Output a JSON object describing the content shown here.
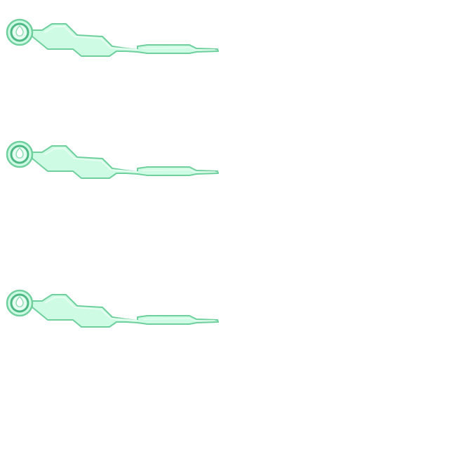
{
  "sprites": [
    {
      "id": "hand-1",
      "icon": "clock-hand-icon"
    },
    {
      "id": "hand-2",
      "icon": "clock-hand-icon"
    },
    {
      "id": "hand-3",
      "icon": "clock-hand-icon"
    }
  ],
  "colors": {
    "fill": "#cdfbe3",
    "fill_light": "#e6fdf1",
    "stroke": "#6fcf9d",
    "stroke_dark": "#4fb985",
    "hub_inner": "#8fdcb5"
  }
}
